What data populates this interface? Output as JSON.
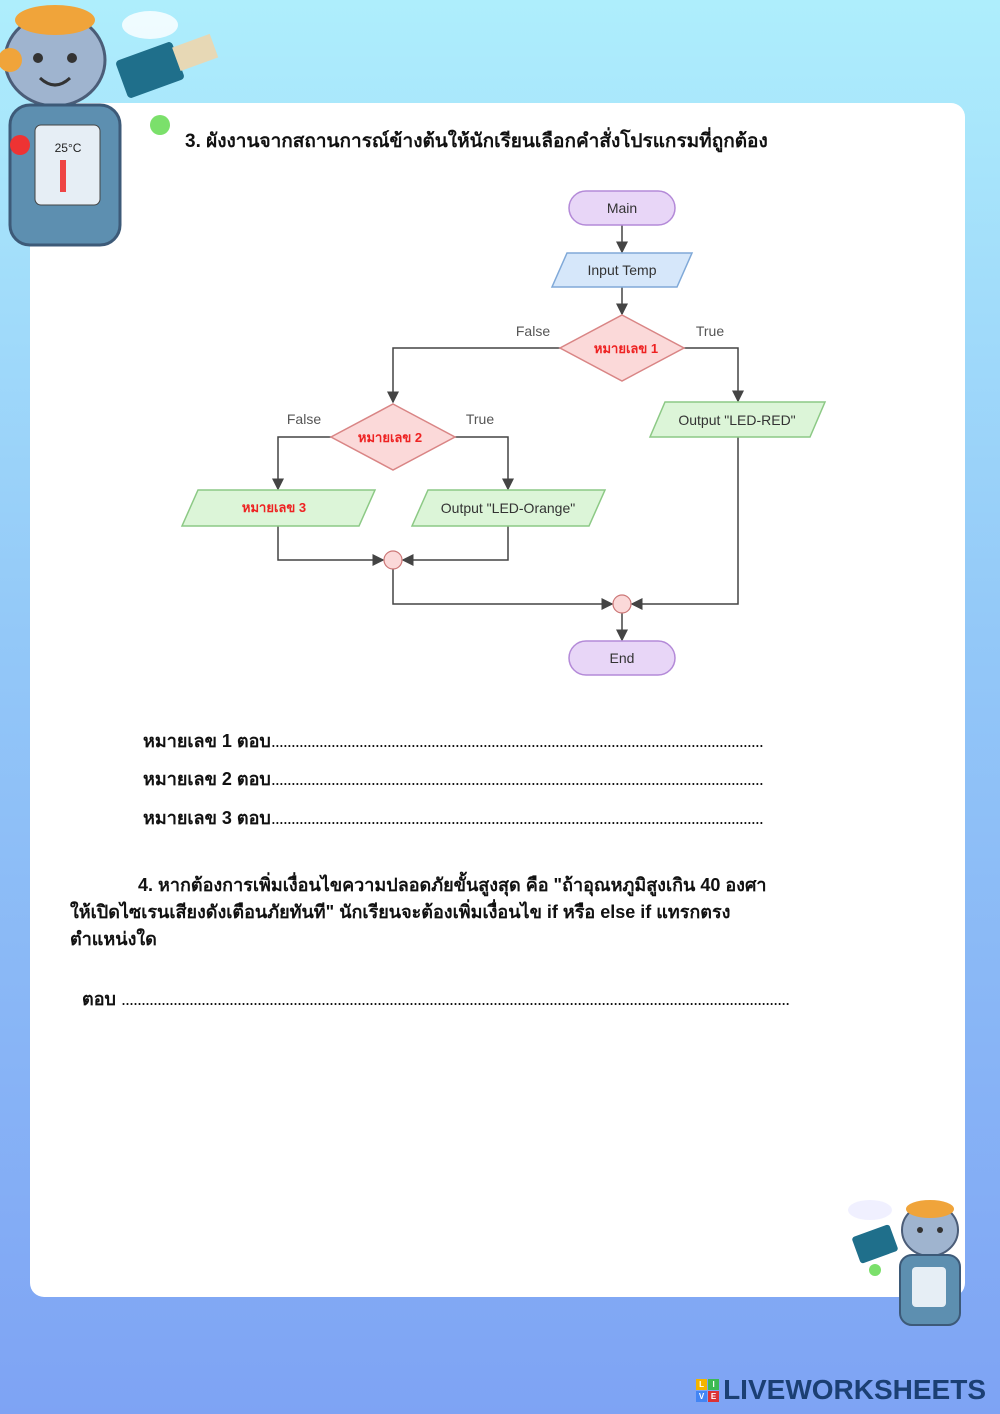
{
  "question3": {
    "title": "3.  ผังงานจากสถานการณ์ข้างต้นให้นักเรียนเลือกคำสั่งโปรแกรมที่ถูกต้อง"
  },
  "flowchart": {
    "main": "Main",
    "input": "Input Temp",
    "decision1": "หมายเลข 1",
    "decision2": "หมายเลข 2",
    "box3": "หมายเลข 3",
    "output_red": "Output \"LED-RED\"",
    "output_orange": "Output \"LED-Orange\"",
    "false_label": "False",
    "true_label": "True",
    "end": "End"
  },
  "answers": [
    {
      "label": "หมายเลข 1 ตอบ",
      "dots": "..........................................................................................................................."
    },
    {
      "label": "หมายเลข 2 ตอบ",
      "dots": "..........................................................................................................................."
    },
    {
      "label": "หมายเลข 3 ตอบ",
      "dots": "..........................................................................................................................."
    }
  ],
  "question4": {
    "line1": "4. หากต้องการเพิ่มเงื่อนไขความปลอดภัยขั้นสูงสุด คือ \"ถ้าอุณหภูมิสูงเกิน 40 องศา",
    "line2": "ให้เปิดไซเรนเสียงดังเตือนภัยทันที\" นักเรียนจะต้องเพิ่มเงื่อนไข if หรือ else if แทรกตรง",
    "line3": "ตำแหน่งใด",
    "answer_label": "ตอบ",
    "answer_dots": "......................................................................................................................................................................."
  },
  "thermometer_display": "25°C",
  "logo": {
    "text": "LIVEWORKSHEETS",
    "letters": [
      "L",
      "I",
      "V",
      "E"
    ]
  }
}
